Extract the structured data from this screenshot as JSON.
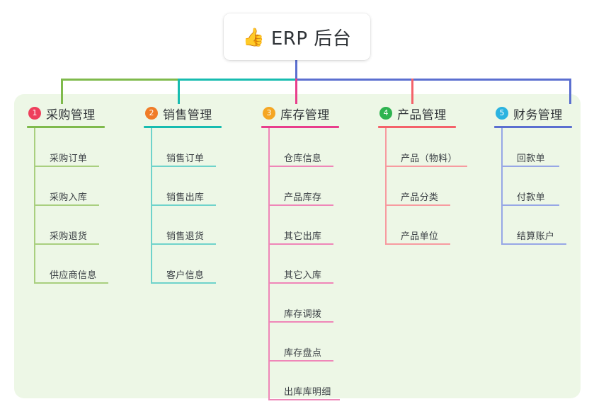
{
  "diagram": {
    "root": {
      "icon": "thumbs-up-emoji",
      "icon_glyph": "👍",
      "title": "ERP 后台"
    },
    "palette": {
      "panel_background": "#edf7e6",
      "page_background": "#ffffff",
      "branch_green": "#7fba4c",
      "branch_teal": "#17bcb0",
      "branch_pink": "#e83e8c",
      "branch_red": "#f4626a",
      "branch_blue": "#5b6fd0",
      "root_stem_blue": "#5b6fd0",
      "text_dark": "#2f3337"
    },
    "columns": [
      {
        "number": "1",
        "title": "采购管理",
        "badge_color": "#ee3f5c",
        "line_color": "#7fba4c",
        "item_line_color": "#a9cf7f",
        "items": [
          "采购订单",
          "采购入库",
          "采购退货",
          "供应商信息"
        ]
      },
      {
        "number": "2",
        "title": "销售管理",
        "badge_color": "#f07c28",
        "line_color": "#17bcb0",
        "item_line_color": "#6fd3cb",
        "items": [
          "销售订单",
          "销售出库",
          "销售退货",
          "客户信息"
        ]
      },
      {
        "number": "3",
        "title": "库存管理",
        "badge_color": "#f5a623",
        "line_color": "#e83e8c",
        "item_line_color": "#ef86b8",
        "items": [
          "仓库信息",
          "产品库存",
          "其它出库",
          "其它入库",
          "库存调拨",
          "库存盘点",
          "出库库明细"
        ]
      },
      {
        "number": "4",
        "title": "产品管理",
        "badge_color": "#2eb350",
        "line_color": "#f4626a",
        "item_line_color": "#f79ba0",
        "items": [
          "产品（物料）",
          "产品分类",
          "产品单位"
        ]
      },
      {
        "number": "5",
        "title": "财务管理",
        "badge_color": "#2bb3e0",
        "line_color": "#5b6fd0",
        "item_line_color": "#97a7e6",
        "items": [
          "回款单",
          "付款单",
          "结算账户"
        ]
      }
    ],
    "connectors": {
      "root_stem": {
        "color": "#5b6fd0"
      },
      "bus_segments": [
        {
          "color": "#7fba4c",
          "label": "bus-segment-green"
        },
        {
          "color": "#17bcb0",
          "label": "bus-segment-teal"
        },
        {
          "color": "#5b6fd0",
          "label": "bus-segment-blue"
        }
      ],
      "drops": [
        {
          "color": "#7fba4c",
          "label": "drop-purchasing"
        },
        {
          "color": "#17bcb0",
          "label": "drop-sales"
        },
        {
          "color": "#e83e8c",
          "label": "drop-inventory"
        },
        {
          "color": "#f4626a",
          "label": "drop-product"
        },
        {
          "color": "#5b6fd0",
          "label": "drop-finance"
        }
      ]
    }
  }
}
